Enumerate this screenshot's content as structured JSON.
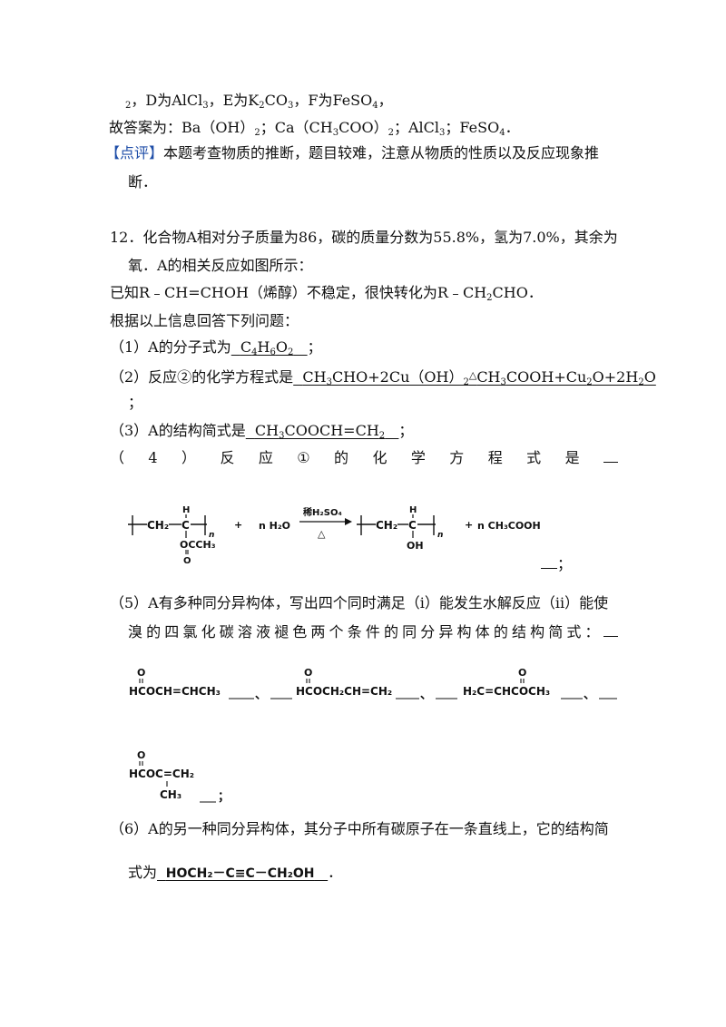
{
  "lines": {
    "l1_pre": "",
    "l1_sub2": "2",
    "l1_text": "，D为AlCl",
    "l1_s3": "3",
    "l1_e": "，E为K",
    "l1_k2": "2",
    "l1_co": "CO",
    "l1_3": "3",
    "l1_f": "，F为FeSO",
    "l1_4": "4",
    "l1_end": "，",
    "ans_label": "故答案为：",
    "ans_a": "Ba（OH）",
    "ans_a_sub": "2",
    "ans_b": "；Ca（CH",
    "ans_b3": "3",
    "ans_b_coo": "COO）",
    "ans_b2": "2",
    "ans_c": "；AlCl",
    "ans_c3": "3",
    "ans_d": "；FeSO",
    "ans_d4": "4",
    "ans_end": "．",
    "comment_tag": "【点评】",
    "comment_text": "本题考查物质的推断，题目较难，注意从物质的性质以及反应现象推",
    "comment_text2": "断．"
  },
  "q12": {
    "p1": "12．化合物A相对分子质量为86，碳的质量分数为55.8%，氢为7.0%，其余为",
    "p2": "氧．A的相关反应如图所示：",
    "p3a": "已知R﹣CH=CHOH（烯醇）不稳定，很快转化为R﹣CH",
    "p3sub": "2",
    "p3b": "CHO．",
    "p4": "根据以上信息回答下列问题：",
    "q1_pre": "（1）A的分子式为",
    "q1_ans_a": "C",
    "q1_4": "4",
    "q1_h": "H",
    "q1_6": "6",
    "q1_o": "O",
    "q1_2": "2",
    "q1_post": "；",
    "q2_pre": "（2）反应②的化学方程式是",
    "q2_a": "CH",
    "q2_3": "3",
    "q2_b": "CHO+2Cu（OH）",
    "q2_2": "2",
    "q2_delta": "△",
    "q2_c": "CH",
    "q2_c3": "3",
    "q2_d": "COOH+Cu",
    "q2_d2": "2",
    "q2_e": "O+2H",
    "q2_e2": "2",
    "q2_f": "O",
    "q2_end": "；",
    "q3_pre": "（3）A的结构简式是",
    "q3_a": "CH",
    "q3_3": "3",
    "q3_b": "COOCH=CH",
    "q3_2": "2",
    "q3_post": "；",
    "q4_pre": "（4）反应①的化学方程式是",
    "q4_end": "；",
    "q5_a": "（5）A有多种同分异构体，写出四个同时满足（i）能发生水解反应（ii）能使",
    "q5_b": "溴的四氯化碳溶液褪色两个条件的同分异构体的结构简式：",
    "q5_sep": "、",
    "q5_end": "；",
    "q6_a": "（6）A的另一种同分异构体，其分子中所有碳原子在一条直线上，它的结构简",
    "q6_b": "式为",
    "q6_ans": "HOCH₂－C≡C－CH₂OH",
    "q6_end": "．"
  },
  "reaction4": {
    "left_ch2": "CH₂",
    "left_c": "C",
    "left_h": "H",
    "left_n": "n",
    "left_occh3": "OCCH₃",
    "left_o": "O",
    "plus1": "+",
    "nh2o": "n H₂O",
    "cond_top": "稀H₂SO₄",
    "cond_bottom": "△",
    "right_ch2": "CH₂",
    "right_c": "C",
    "right_h": "H",
    "right_oh": "OH",
    "right_n": "n",
    "plus2": "+",
    "product2": "n CH₃COOH"
  },
  "isomers": {
    "i1_o": "O",
    "i1": "HCOCH=CHCH₃",
    "i2_o": "O",
    "i2": "HCOCH₂CH=CH₂",
    "i3_o": "O",
    "i3": "H₂C=CHCOCH₃",
    "i4_o": "O",
    "i4": "HCOC=CH₂",
    "i4_ch3": "CH₃"
  }
}
